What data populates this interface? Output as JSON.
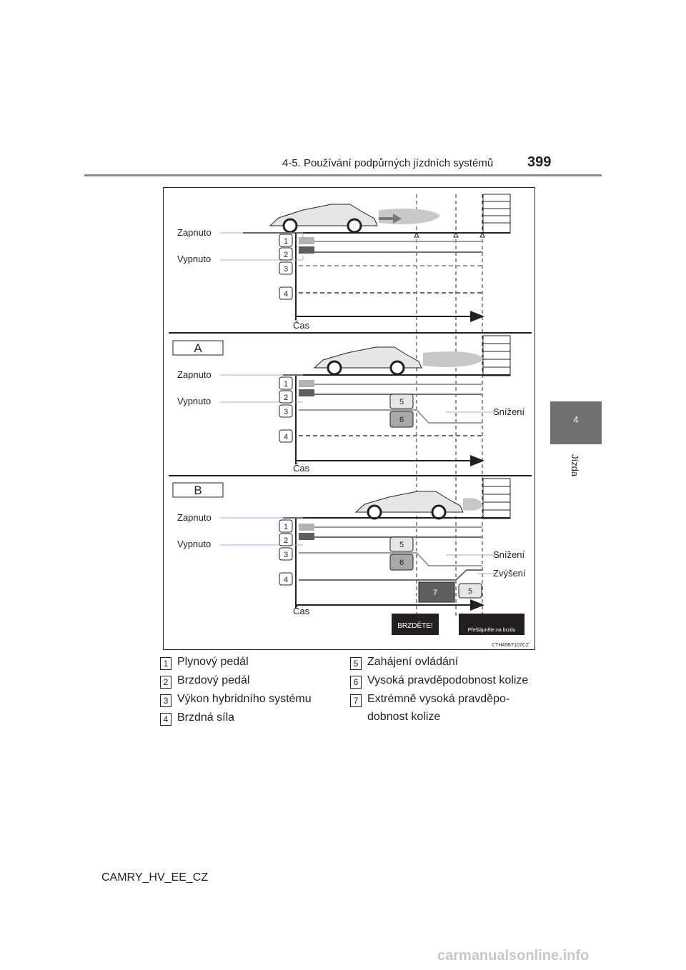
{
  "header": {
    "section_title": "4-5. Používání podpůrných jízdních systémů",
    "page_number": "399"
  },
  "side_tab": {
    "number": "4",
    "label": "Jízda"
  },
  "figure": {
    "code": "CTH45BT107CZ",
    "panel_a_label": "A",
    "panel_b_label": "B",
    "on_label": "Zapnuto",
    "off_label": "Vypnuto",
    "time_label": "Čas",
    "decrease_label": "Snížení",
    "increase_label": "Zvýšení",
    "warning_brake": "BRZDĚTE!",
    "warning_press_brake": "Přešlápněte na brzdu",
    "marker_1": "1",
    "marker_2": "2",
    "marker_3": "3",
    "marker_4": "4",
    "marker_5": "5",
    "marker_6": "6",
    "marker_7": "7"
  },
  "legend": [
    {
      "num": "1",
      "text": "Plynový pedál"
    },
    {
      "num": "2",
      "text": "Brzdový pedál"
    },
    {
      "num": "3",
      "text": "Výkon hybridního systému"
    },
    {
      "num": "4",
      "text": "Brzdná síla"
    },
    {
      "num": "5",
      "text": "Zahájení ovládání"
    },
    {
      "num": "6",
      "text": "Vysoká pravděpodobnost kolize"
    },
    {
      "num": "7",
      "text": "Extrémně vysoká pravděpo-dobnost kolize"
    }
  ],
  "footer": {
    "model_code": "CAMRY_HV_EE_CZ"
  },
  "watermark": "carmanualsonline.info"
}
